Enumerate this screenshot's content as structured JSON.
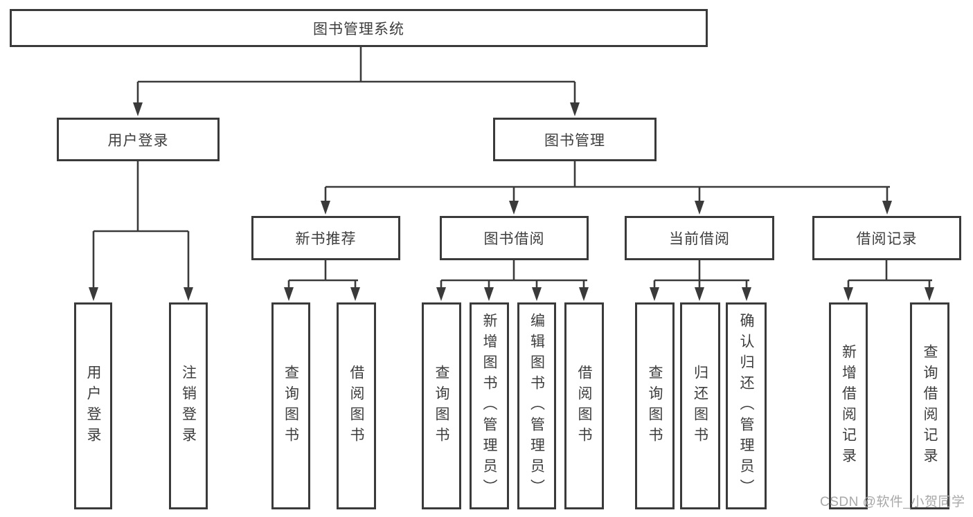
{
  "chart": {
    "root": "图书管理系统",
    "branches": [
      {
        "label": "用户登录",
        "children": [
          "用户登录",
          "注销登录"
        ]
      },
      {
        "label": "图书管理",
        "groups": [
          {
            "label": "新书推荐",
            "children": [
              "查询图书",
              "借阅图书"
            ]
          },
          {
            "label": "图书借阅",
            "children": [
              "查询图书",
              "新增图书（管理员）",
              "编辑图书（管理员）",
              "借阅图书"
            ]
          },
          {
            "label": "当前借阅",
            "children": [
              "查询图书",
              "归还图书",
              "确认归还（管理员）"
            ]
          },
          {
            "label": "借阅记录",
            "children": [
              "新增借阅记录",
              "查询借阅记录"
            ]
          }
        ]
      }
    ]
  },
  "watermark": "CSDN @软件_小贺同学",
  "colors": {
    "line": "#3a3a3a",
    "box_border": "#3a3a3a",
    "box_fill": "#ffffff",
    "text": "#3d3d3d",
    "watermark": "#a8a8a8"
  }
}
